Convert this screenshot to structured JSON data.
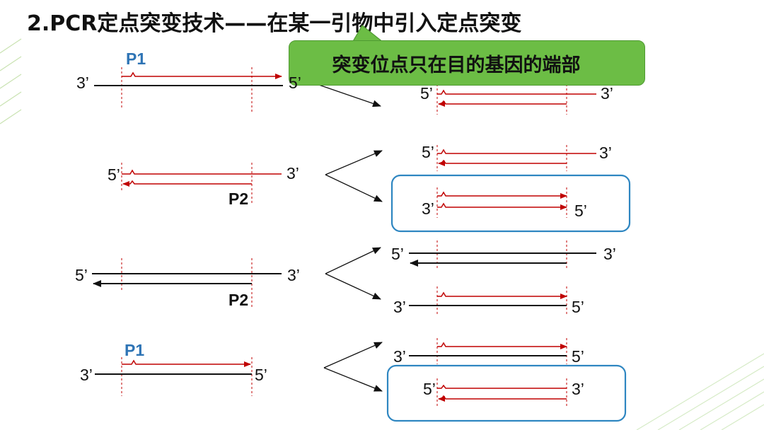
{
  "title": "2.PCR定点突变技术——在某一引物中引入定点突变",
  "callout": "突变位点只在目的基因的端部",
  "end3": "3’",
  "end5": "5’",
  "primer1": "P1",
  "primer2": "P2",
  "colors": {
    "strand": "#111111",
    "new_strand": "#c00000",
    "dashed": "#c00000",
    "callout_fill": "#6cbd45",
    "highlight_border": "#2e86c1",
    "primer1_label": "#2e74b5",
    "decor_lines": "#c9e3b2"
  }
}
